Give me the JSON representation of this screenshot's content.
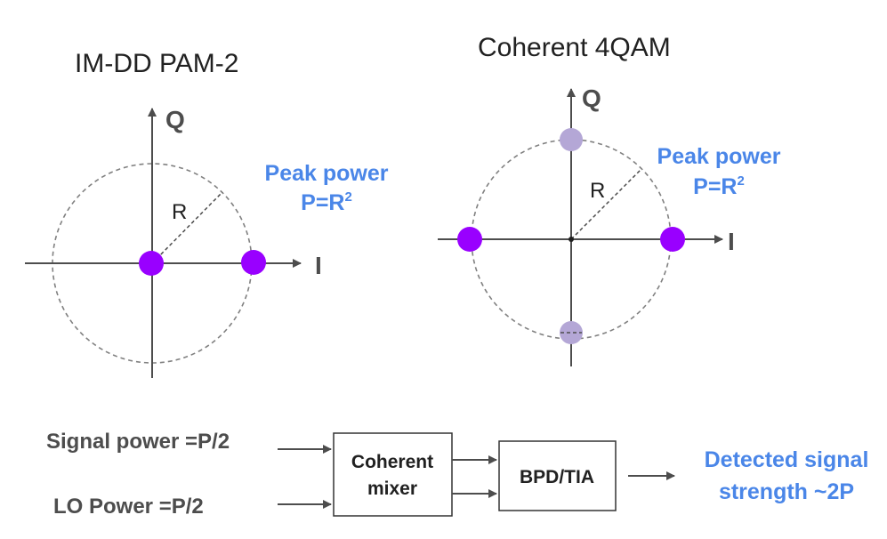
{
  "colors": {
    "axis": "#4d4d4d",
    "circle": "#808080",
    "point_primary": "#9900ff",
    "point_faded": "#b4a7d6",
    "accent_text": "#4a86e8",
    "block_stroke": "#333333",
    "text": "#212121"
  },
  "im_dd": {
    "title": "IM-DD PAM-2",
    "axis_q": "Q",
    "axis_i": "I",
    "radius_label": "R",
    "peak_power_line1": "Peak power",
    "peak_power_line2_base": "P=R",
    "peak_power_sup": "2"
  },
  "coherent": {
    "title": "Coherent 4QAM",
    "axis_q": "Q",
    "axis_i": "I",
    "radius_label": "R",
    "peak_power_line1": "Peak power",
    "peak_power_line2_base": "P=R",
    "peak_power_sup": "2"
  },
  "block_diagram": {
    "signal_power": "Signal power =P/2",
    "lo_power": "LO Power =P/2",
    "mixer_line1": "Coherent",
    "mixer_line2": "mixer",
    "detector": "BPD/TIA",
    "output_line1": "Detected signal",
    "output_line2": "strength ~2P"
  }
}
